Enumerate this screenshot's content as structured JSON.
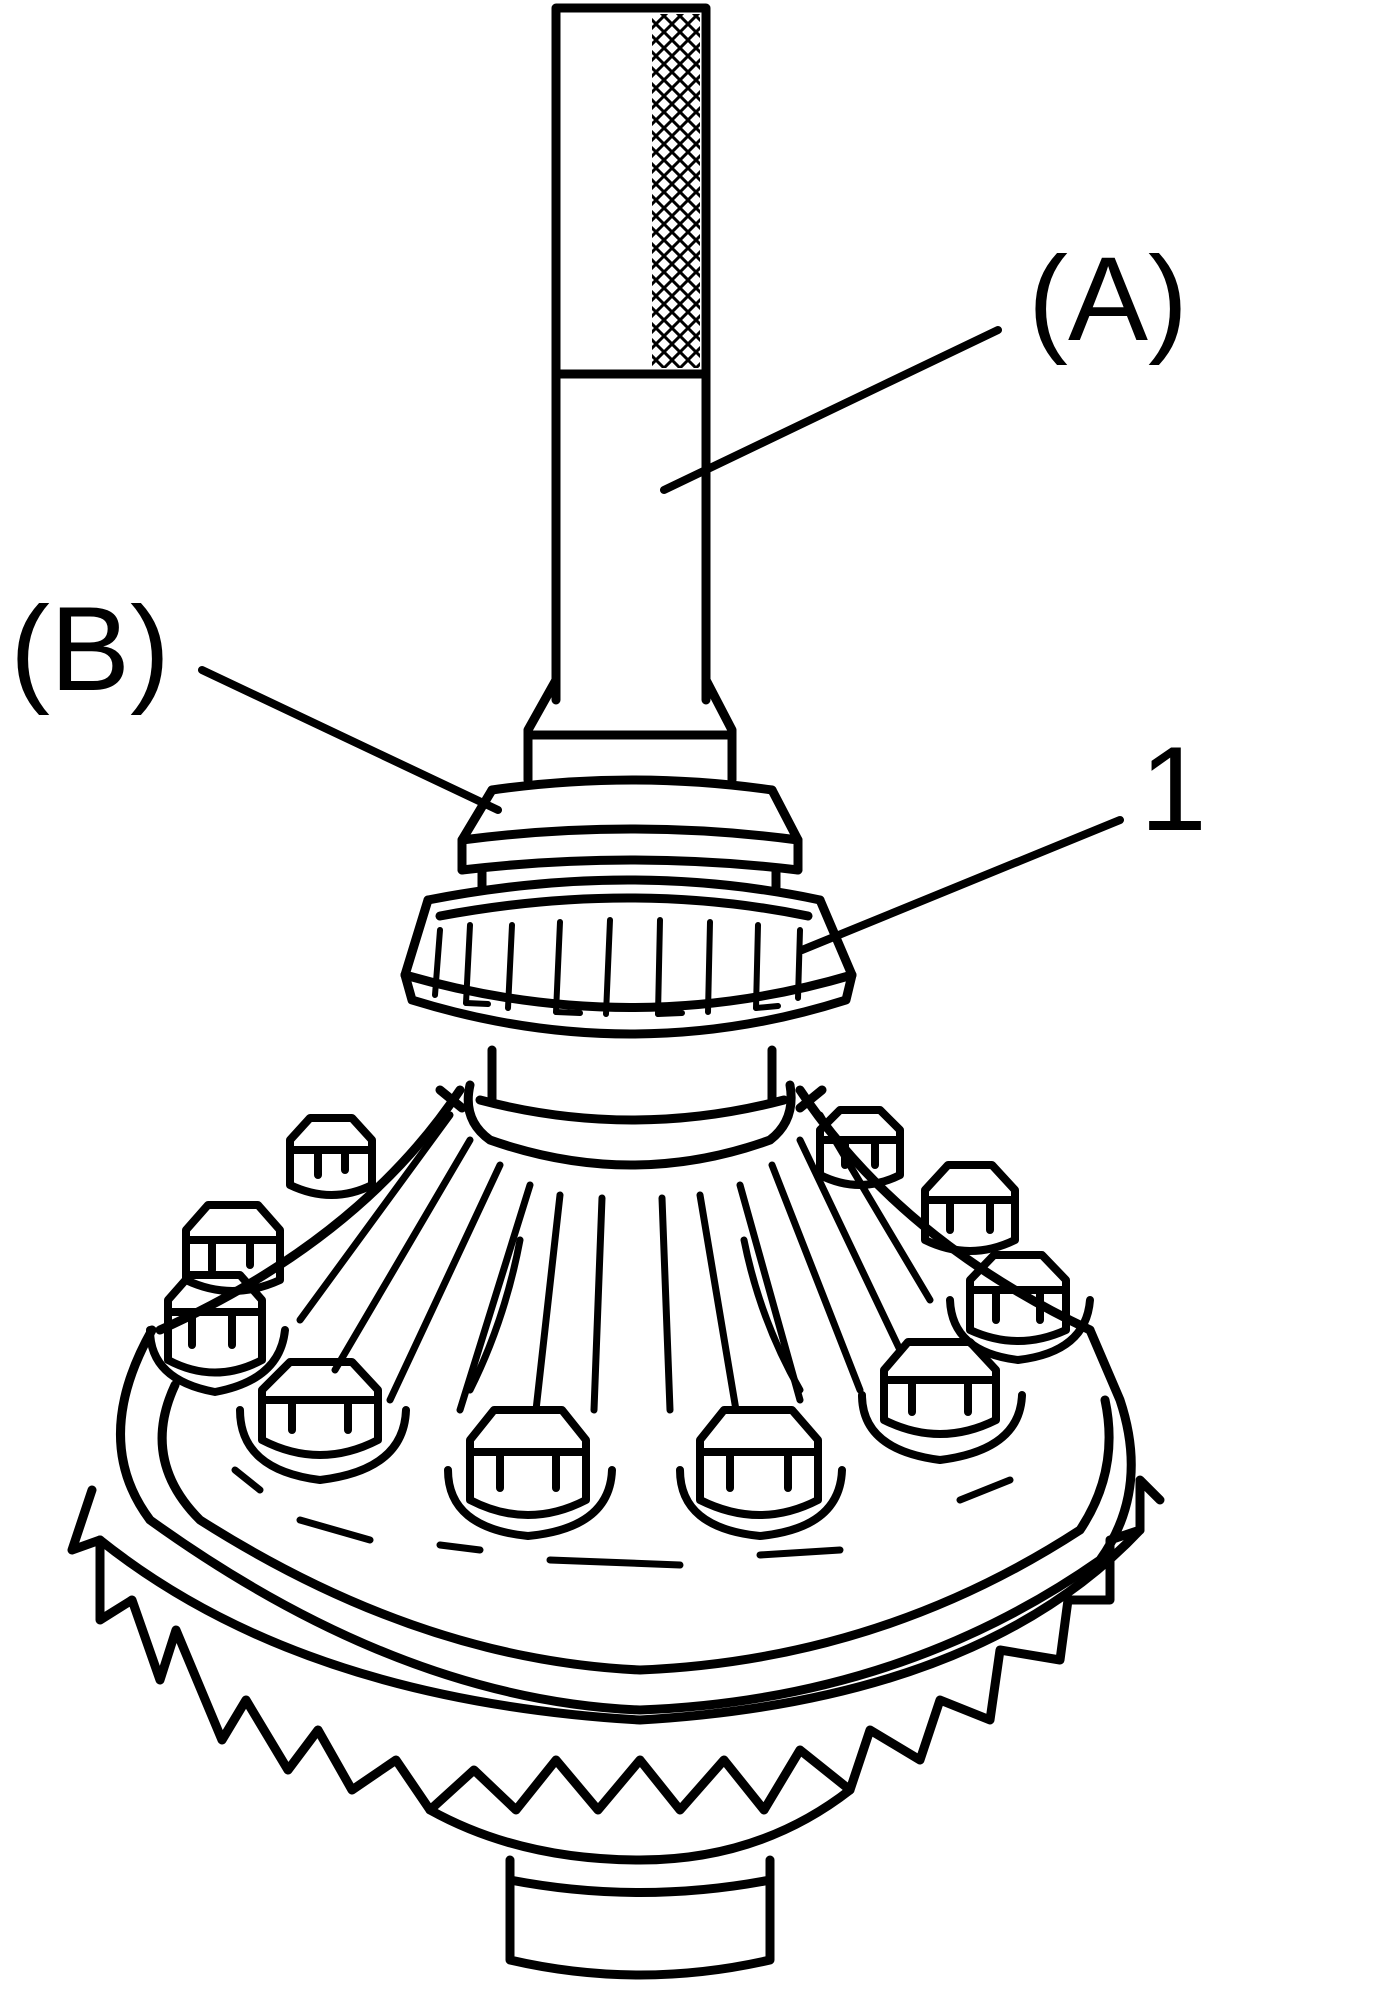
{
  "labels": {
    "a": "(A)",
    "b": "(B)",
    "one": "1"
  },
  "colors": {
    "line": "#000000",
    "background": "#ffffff"
  }
}
